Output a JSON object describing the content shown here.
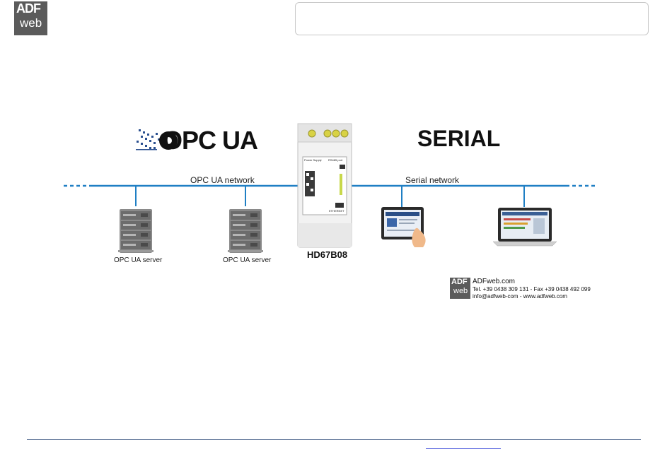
{
  "brand": {
    "logo_top": "ADF",
    "logo_bottom": "web"
  },
  "diagram": {
    "left_title": "OPC UA",
    "right_title": "SERIAL",
    "left_network": "OPC UA network",
    "right_network": "Serial network",
    "servers": [
      {
        "label": "OPC UA server"
      },
      {
        "label": "OPC UA server"
      }
    ],
    "device_model": "HD67B08",
    "device_panel": {
      "power": "Power Supply",
      "port": "RS485 port",
      "ethernet": "ETHERNET"
    },
    "contact": {
      "logo_top": "ADF",
      "logo_bottom": "web",
      "site": "ADFweb.com",
      "phone": "Tel. +39 0438 309 131 - Fax +39 0438 492 099",
      "email": "info@adfweb-com - www.adfweb.com"
    }
  },
  "colors": {
    "network_line": "#1f7fc4",
    "logo_bg": "#5b5b5b"
  }
}
